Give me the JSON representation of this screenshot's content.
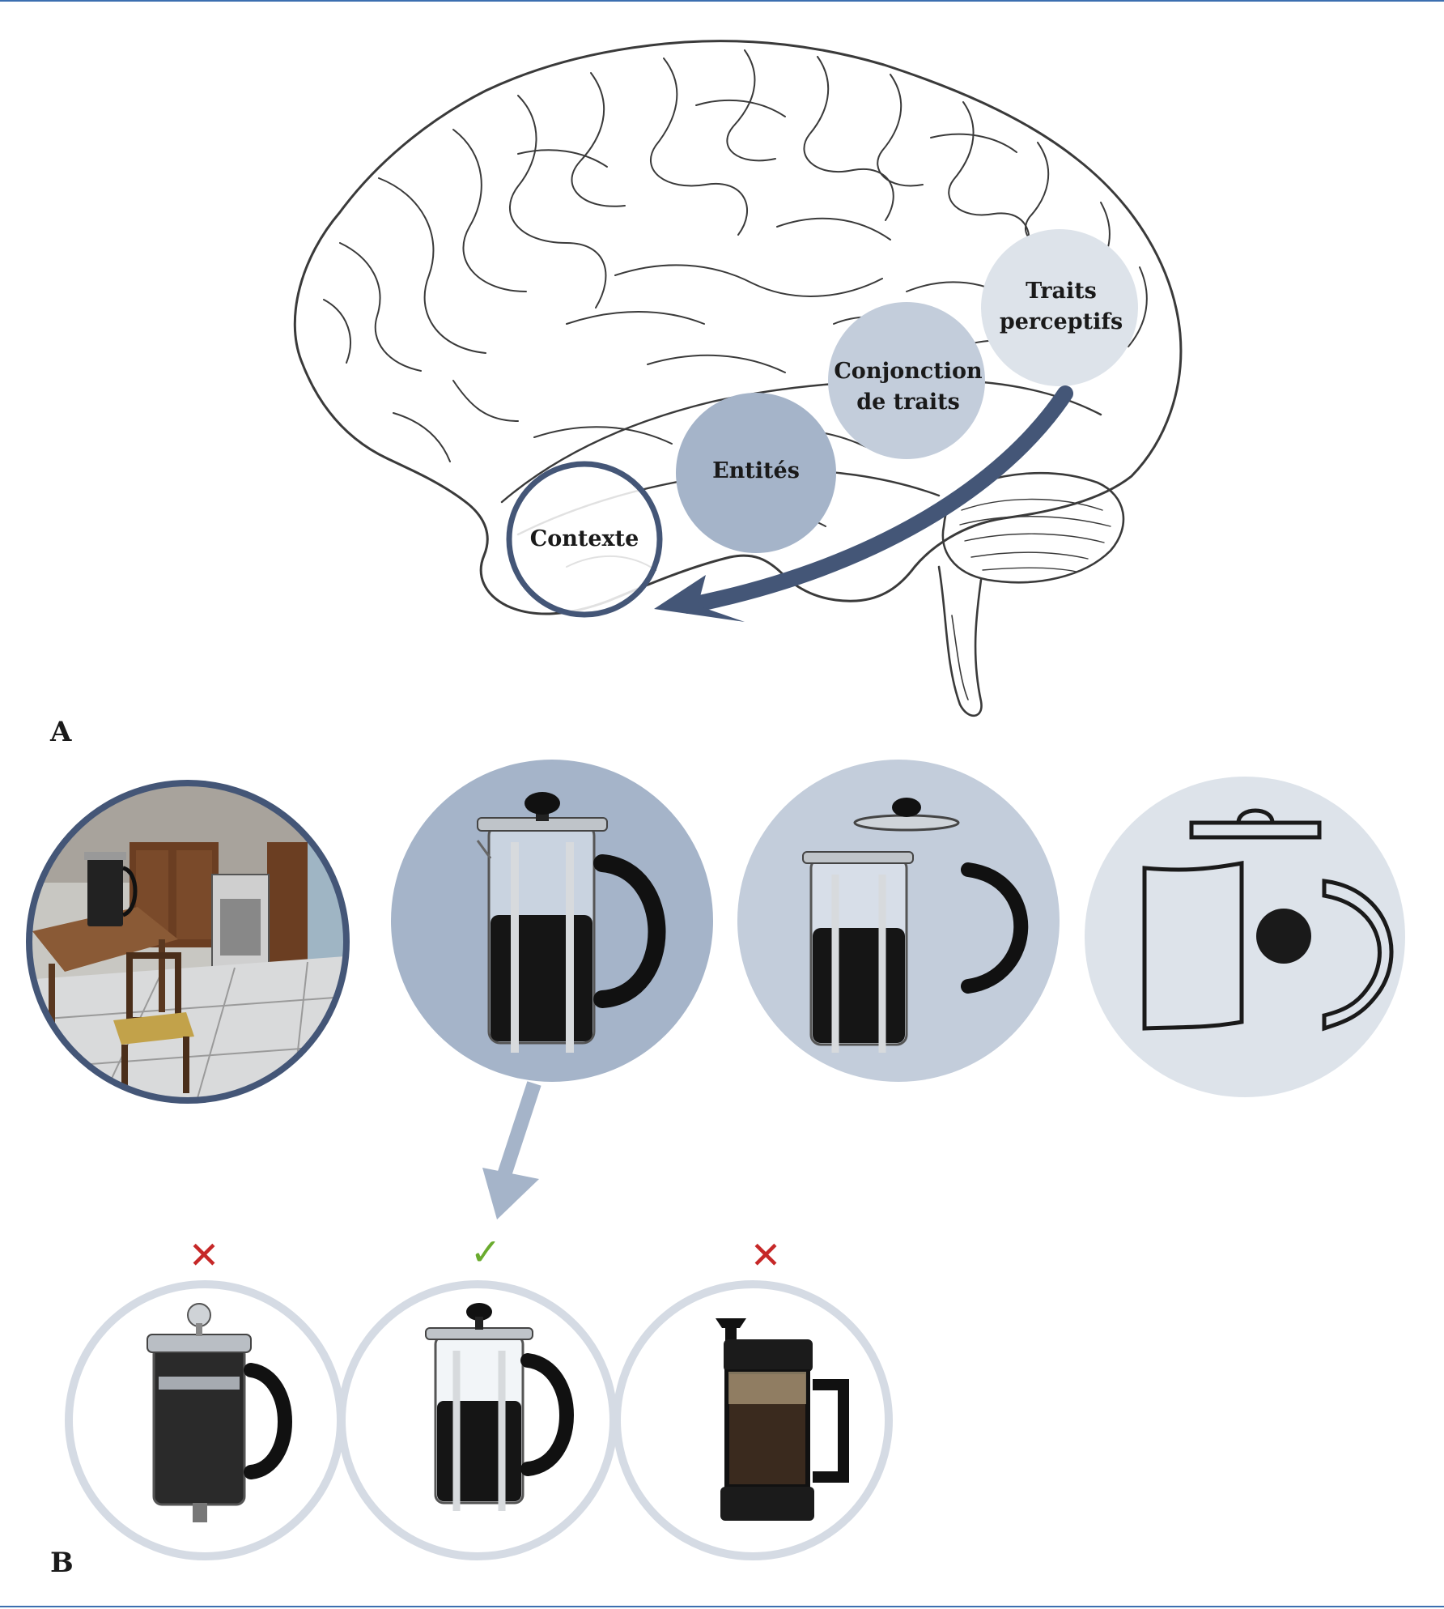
{
  "panels": {
    "a": "A",
    "b": "B"
  },
  "stages": [
    {
      "id": "contexte",
      "label": "Contexte"
    },
    {
      "id": "entites",
      "label": "Entités"
    },
    {
      "id": "conjonction",
      "label": "Conjonction\nde traits"
    },
    {
      "id": "traits",
      "label": "Traits\nperceptifs"
    }
  ],
  "choices": [
    {
      "mark": "✕",
      "correct": false
    },
    {
      "mark": "✓",
      "correct": true
    },
    {
      "mark": "✕",
      "correct": false
    }
  ],
  "colors": {
    "contexte": "#445677",
    "entites": "#a5b4c9",
    "conjonction": "#c3cddb",
    "traits": "#dde3ea",
    "choice_ring": "#d5dbe4",
    "incorrect": "#c62828",
    "correct": "#6aab2e"
  }
}
